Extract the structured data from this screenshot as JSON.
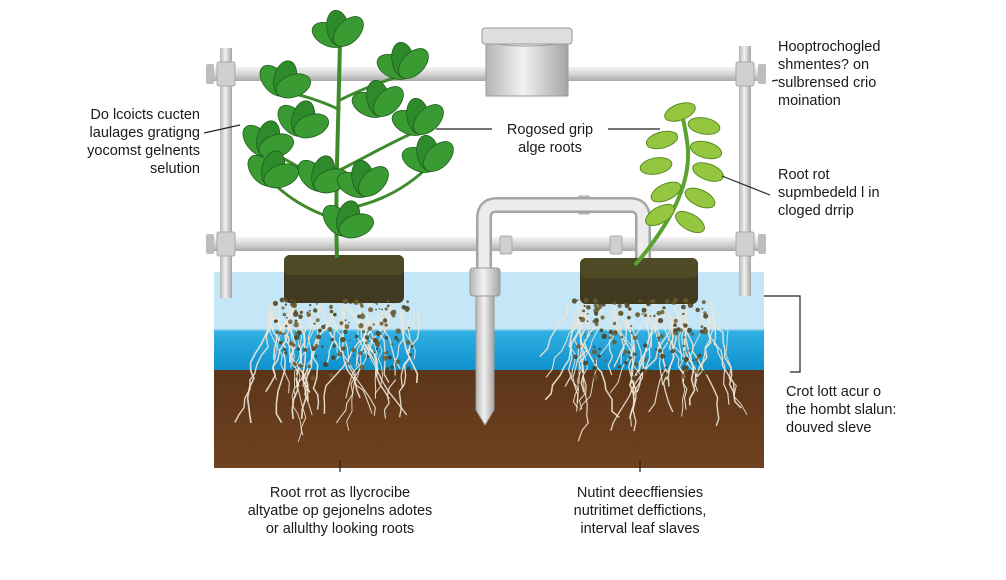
{
  "labels": {
    "top_left": [
      "Do lcoicts cucten",
      "laulages gratigng",
      "yocomst gelnents",
      "selution"
    ],
    "center_grip": [
      "Rogosed grip",
      "alge roots"
    ],
    "top_right": [
      "Hooptrochogled",
      "shmentes?   on",
      "sulbrensed crio",
      "moination"
    ],
    "root_rot": [
      "Root rot",
      "supmbedeld l in",
      "cloged drrip"
    ],
    "right_lower": [
      "Crot lott  acur o",
      "the hombt slalun:",
      "douved  slеve"
    ],
    "bottom_left": [
      "Root rrot as llycrocibe",
      "altyatbe  op  gejonelns adotes",
      "or allulthy looking roots"
    ],
    "bottom_right": [
      "Nutint deecffiensies",
      "nutritimet deffictions,",
      "interval leaf slaves"
    ]
  },
  "colors": {
    "water_light": "#bfe3f5",
    "water": "#1aa3dc",
    "soil": "#6b3f1e",
    "pipe": "#dcdcdc",
    "leaf": "#2f8f2a",
    "leaf_light": "#8fc53a"
  }
}
